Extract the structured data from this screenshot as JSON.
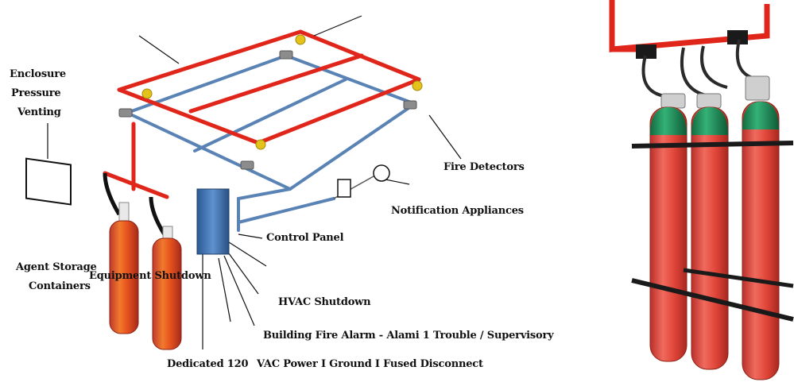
{
  "labels": {
    "enclosure_line1": "Enclosure",
    "enclosure_line2": "Pressure",
    "enclosure_line3": "Venting",
    "fire_detectors": "Fire Detectors",
    "notification": "Notification Appliances",
    "control_panel": "Control Panel",
    "agent_line1": "Agent Storage",
    "agent_line2": "Containers",
    "equipment_shutdown": "Equipment Shutdown",
    "hvac_shutdown": "HVAC Shutdown",
    "building_alarm": "Building Fire Alarm - Alami 1 Trouble / Supervisory",
    "dedicated": "Dedicated 120",
    "vac_power": "VAC Power I Ground I Fused Disconnect"
  },
  "colors": {
    "pipe_red": "#e0261b",
    "pipe_blue": "#5a83b5",
    "cylinder_red": "#e2463a",
    "cylinder_green": "#1f8a57",
    "panel_blue": "#3a6fb0",
    "bracket_black": "#1a1a1a"
  }
}
